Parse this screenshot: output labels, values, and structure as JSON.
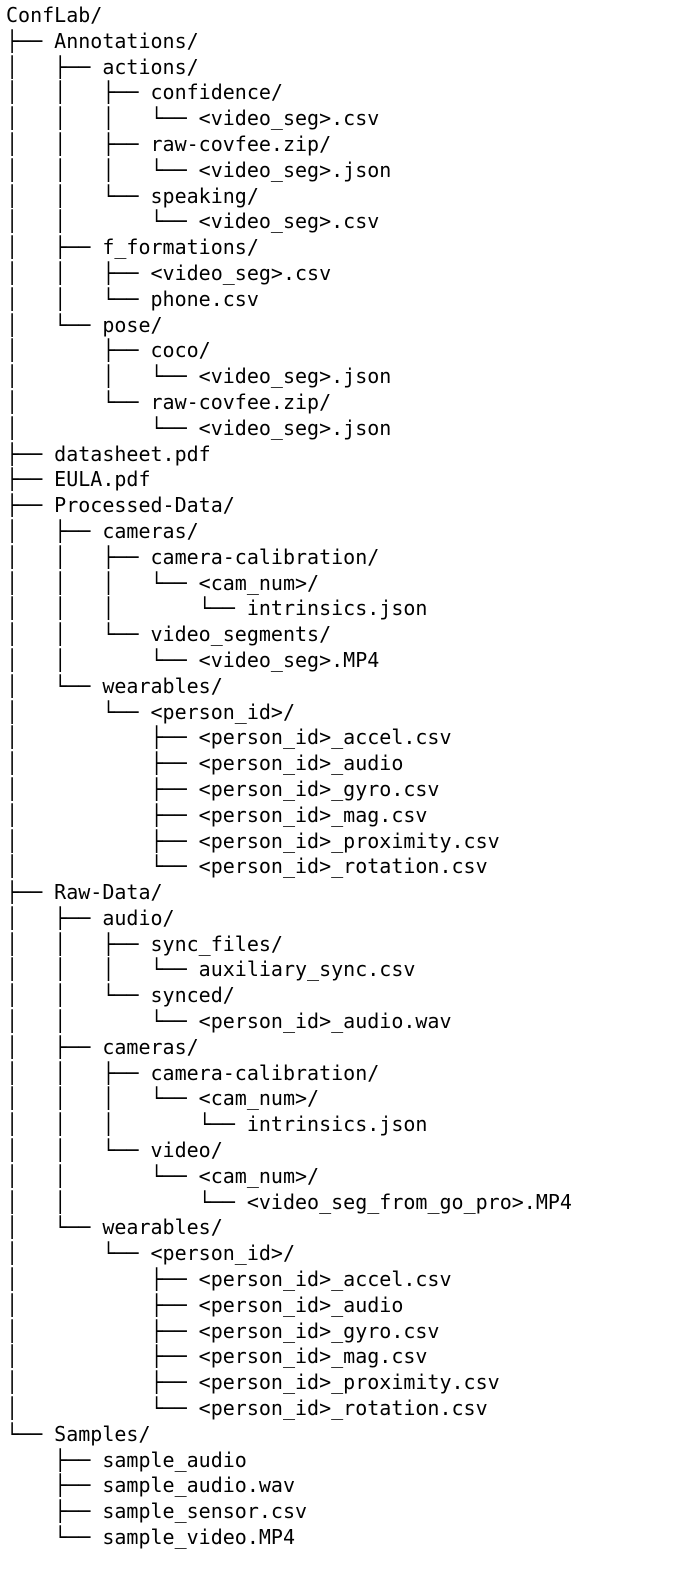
{
  "tree": {
    "lines": [
      {
        "prefix": "",
        "name": "ConfLab/"
      },
      {
        "prefix": "├── ",
        "name": "Annotations/"
      },
      {
        "prefix": "│   ├── ",
        "name": "actions/"
      },
      {
        "prefix": "│   │   ├── ",
        "name": "confidence/"
      },
      {
        "prefix": "│   │   │   └── ",
        "name": "<video_seg>.csv"
      },
      {
        "prefix": "│   │   ├── ",
        "name": "raw-covfee.zip/"
      },
      {
        "prefix": "│   │   │   └── ",
        "name": "<video_seg>.json"
      },
      {
        "prefix": "│   │   └── ",
        "name": "speaking/"
      },
      {
        "prefix": "│   │       └── ",
        "name": "<video_seg>.csv"
      },
      {
        "prefix": "│   ├── ",
        "name": "f_formations/"
      },
      {
        "prefix": "│   │   ├── ",
        "name": "<video_seg>.csv"
      },
      {
        "prefix": "│   │   └── ",
        "name": "phone.csv"
      },
      {
        "prefix": "│   └── ",
        "name": "pose/"
      },
      {
        "prefix": "│       ├── ",
        "name": "coco/"
      },
      {
        "prefix": "│       │   └── ",
        "name": "<video_seg>.json"
      },
      {
        "prefix": "│       └── ",
        "name": "raw-covfee.zip/"
      },
      {
        "prefix": "│           └── ",
        "name": "<video_seg>.json"
      },
      {
        "prefix": "├── ",
        "name": "datasheet.pdf"
      },
      {
        "prefix": "├── ",
        "name": "EULA.pdf"
      },
      {
        "prefix": "├── ",
        "name": "Processed-Data/"
      },
      {
        "prefix": "│   ├── ",
        "name": "cameras/"
      },
      {
        "prefix": "│   │   ├── ",
        "name": "camera-calibration/"
      },
      {
        "prefix": "│   │   │   └── ",
        "name": "<cam_num>/"
      },
      {
        "prefix": "│   │   │       └── ",
        "name": "intrinsics.json"
      },
      {
        "prefix": "│   │   └── ",
        "name": "video_segments/"
      },
      {
        "prefix": "│   │       └── ",
        "name": "<video_seg>.MP4"
      },
      {
        "prefix": "│   └── ",
        "name": "wearables/"
      },
      {
        "prefix": "│       └── ",
        "name": "<person_id>/"
      },
      {
        "prefix": "│           ├── ",
        "name": "<person_id>_accel.csv"
      },
      {
        "prefix": "│           ├── ",
        "name": "<person_id>_audio"
      },
      {
        "prefix": "│           ├── ",
        "name": "<person_id>_gyro.csv"
      },
      {
        "prefix": "│           ├── ",
        "name": "<person_id>_mag.csv"
      },
      {
        "prefix": "│           ├── ",
        "name": "<person_id>_proximity.csv"
      },
      {
        "prefix": "│           └── ",
        "name": "<person_id>_rotation.csv"
      },
      {
        "prefix": "├── ",
        "name": "Raw-Data/"
      },
      {
        "prefix": "│   ├── ",
        "name": "audio/"
      },
      {
        "prefix": "│   │   ├── ",
        "name": "sync_files/"
      },
      {
        "prefix": "│   │   │   └── ",
        "name": "auxiliary_sync.csv"
      },
      {
        "prefix": "│   │   └── ",
        "name": "synced/"
      },
      {
        "prefix": "│   │       └── ",
        "name": "<person_id>_audio.wav"
      },
      {
        "prefix": "│   ├── ",
        "name": "cameras/"
      },
      {
        "prefix": "│   │   ├── ",
        "name": "camera-calibration/"
      },
      {
        "prefix": "│   │   │   └── ",
        "name": "<cam_num>/"
      },
      {
        "prefix": "│   │   │       └── ",
        "name": "intrinsics.json"
      },
      {
        "prefix": "│   │   └── ",
        "name": "video/"
      },
      {
        "prefix": "│   │       └── ",
        "name": "<cam_num>/"
      },
      {
        "prefix": "│   │           └── ",
        "name": "<video_seg_from_go_pro>.MP4"
      },
      {
        "prefix": "│   └── ",
        "name": "wearables/"
      },
      {
        "prefix": "│       └── ",
        "name": "<person_id>/"
      },
      {
        "prefix": "│           ├── ",
        "name": "<person_id>_accel.csv"
      },
      {
        "prefix": "│           ├── ",
        "name": "<person_id>_audio"
      },
      {
        "prefix": "│           ├── ",
        "name": "<person_id>_gyro.csv"
      },
      {
        "prefix": "│           ├── ",
        "name": "<person_id>_mag.csv"
      },
      {
        "prefix": "│           ├── ",
        "name": "<person_id>_proximity.csv"
      },
      {
        "prefix": "│           └── ",
        "name": "<person_id>_rotation.csv"
      },
      {
        "prefix": "└── ",
        "name": "Samples/"
      },
      {
        "prefix": "    ├── ",
        "name": "sample_audio"
      },
      {
        "prefix": "    ├── ",
        "name": "sample_audio.wav"
      },
      {
        "prefix": "    ├── ",
        "name": "sample_sensor.csv"
      },
      {
        "prefix": "    └── ",
        "name": "sample_video.MP4"
      }
    ]
  }
}
